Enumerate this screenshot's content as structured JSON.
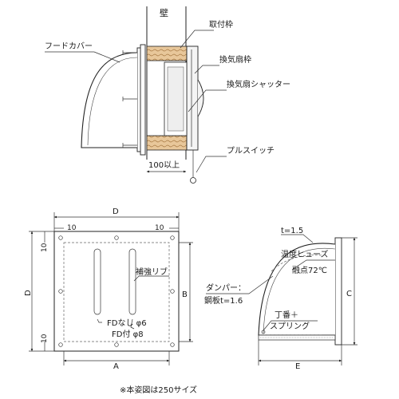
{
  "labels": {
    "wall": "壁",
    "mount_frame": "取付枠",
    "hood_cover": "フードカバー",
    "fan_frame": "換気扇枠",
    "fan_shutter": "換気扇シャッター",
    "pull_switch": "プルスイッチ",
    "min_length": "100以上",
    "dim_D_top": "D",
    "dim_10_left": "10",
    "dim_10_right": "10",
    "dim_10_vtop": "10",
    "dim_10_vbottom": "10",
    "dim_D_left": "D",
    "dim_A": "A",
    "dim_B": "B",
    "rib": "補強リブ",
    "fd_none": "FDなし φ6",
    "fd_with": "FD付 φ8",
    "thickness": "t=1.5",
    "temp_fuse": "温度ヒューズ",
    "melt_point": "融点72℃",
    "damper": "ダンパー：",
    "damper_material": "鋼板t=1.6",
    "hinge": "丁番＋",
    "spring": "スプリング",
    "dim_C": "C",
    "dim_E": "E",
    "note": "※本姿図は250サイズ"
  }
}
